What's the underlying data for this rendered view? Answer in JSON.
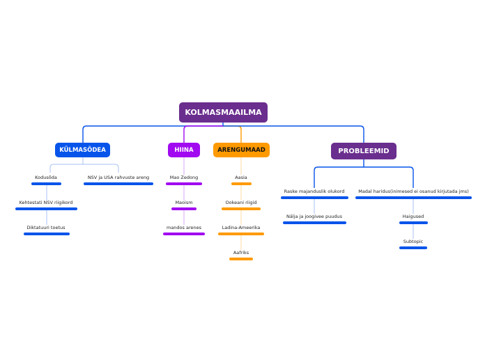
{
  "root": {
    "label": "KOLMASMAAILMA",
    "color": "#6a2e8e"
  },
  "branches": {
    "kulmasoda": {
      "label": "KÜLMASÕDEA",
      "color": "#0754ea",
      "children": [
        "Kodusõda",
        "NSV ja USA rahvuste areng"
      ],
      "grandchildren": [
        "Kehtestati NSV riigikord",
        "Diktatuuri toetus"
      ]
    },
    "hiina": {
      "label": "HIINA",
      "color": "#a10af0",
      "children": [
        "Mao Zedong",
        "Maoism",
        "mandos arenes"
      ]
    },
    "arengumaad": {
      "label": "ARENGUMAAD",
      "color": "#ff9a00",
      "children": [
        "Aasia",
        "Ookeani riigid",
        "Ladina-Ameerika",
        "Aafriks"
      ]
    },
    "probleemid": {
      "label": "PROBLEEMID",
      "color": "#6a2e8e",
      "children": [
        "Raske majanduslik olukord",
        "Madal haridus(inimesed ei osanud kirjutada jms)"
      ],
      "grandchildren": [
        "Nälja ja joogivee puudus",
        "Haigused",
        "Subtopic"
      ]
    }
  }
}
